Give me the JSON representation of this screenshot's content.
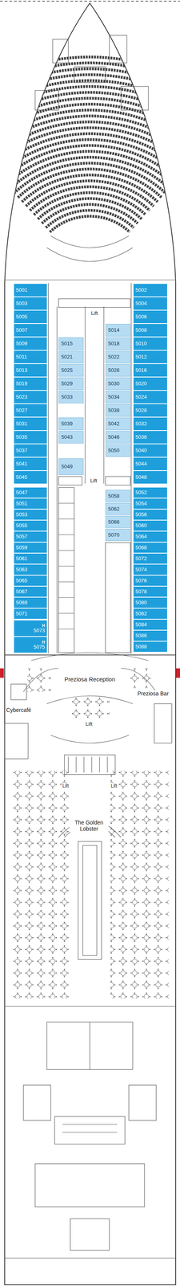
{
  "diagram": {
    "nodes": [
      {
        "text": [
          "5001"
        ]
      },
      {
        "text": [
          "5003"
        ]
      },
      {
        "text": [
          "5005"
        ]
      },
      {
        "text": [
          "5007"
        ]
      },
      {
        "text": [
          "5009"
        ]
      },
      {
        "text": [
          "5011"
        ]
      },
      {
        "text": [
          "5013"
        ]
      },
      {
        "text": [
          "5019"
        ]
      },
      {
        "text": [
          "5023"
        ]
      },
      {
        "text": [
          "5027"
        ]
      },
      {
        "text": [
          "5031"
        ]
      },
      {
        "text": [
          "5035"
        ]
      },
      {
        "text": [
          "5037"
        ]
      },
      {
        "text": [
          "5041"
        ]
      },
      {
        "text": [
          "5045"
        ]
      },
      {
        "text": [
          "5047"
        ]
      },
      {
        "text": [
          "5051"
        ]
      },
      {
        "text": [
          "5053"
        ]
      },
      {
        "text": [
          "5055"
        ]
      },
      {
        "text": [
          "5057"
        ]
      },
      {
        "text": [
          "5059"
        ]
      },
      {
        "text": [
          "5061"
        ]
      },
      {
        "text": [
          "5063"
        ]
      },
      {
        "text": [
          "5065"
        ]
      },
      {
        "text": [
          "5067"
        ]
      },
      {
        "text": [
          "5069"
        ]
      },
      {
        "text": [
          "5071"
        ]
      },
      {
        "text": [
          "H",
          "5073"
        ]
      },
      {
        "text": [
          "H",
          "5075"
        ]
      },
      {
        "text": [
          "5002"
        ]
      },
      {
        "text": [
          "5004"
        ]
      },
      {
        "text": [
          "5006"
        ]
      },
      {
        "text": [
          "5008"
        ]
      },
      {
        "text": [
          "5010"
        ]
      },
      {
        "text": [
          "5012"
        ]
      },
      {
        "text": [
          "5016"
        ]
      },
      {
        "text": [
          "5020"
        ]
      },
      {
        "text": [
          "5024"
        ]
      },
      {
        "text": [
          "5028"
        ]
      },
      {
        "text": [
          "5032"
        ]
      },
      {
        "text": [
          "5036"
        ]
      },
      {
        "text": [
          "5040"
        ]
      },
      {
        "text": [
          "5044"
        ]
      },
      {
        "text": [
          "5048"
        ]
      },
      {
        "text": [
          "5052"
        ]
      },
      {
        "text": [
          "5054"
        ]
      },
      {
        "text": [
          "5056"
        ]
      },
      {
        "text": [
          "5060"
        ]
      },
      {
        "text": [
          "5064"
        ]
      },
      {
        "text": [
          "5068"
        ]
      },
      {
        "text": [
          "5072"
        ]
      },
      {
        "text": [
          "5074"
        ]
      },
      {
        "text": [
          "5076"
        ]
      },
      {
        "text": [
          "5078"
        ]
      },
      {
        "text": [
          "5080"
        ]
      },
      {
        "text": [
          "5082"
        ]
      },
      {
        "text": [
          "5084"
        ]
      },
      {
        "text": [
          "5086"
        ]
      },
      {
        "text": [
          "5088"
        ]
      },
      {
        "text": [
          "5015"
        ]
      },
      {
        "text": [
          "5021"
        ]
      },
      {
        "text": [
          "5025"
        ]
      },
      {
        "text": [
          "5029"
        ]
      },
      {
        "text": [
          "5033"
        ]
      },
      {
        "text": [
          "5039"
        ]
      },
      {
        "text": [
          "5043"
        ]
      },
      {
        "text": [
          "5049"
        ]
      },
      {
        "text": [
          "5014"
        ]
      },
      {
        "text": [
          "5018"
        ]
      },
      {
        "text": [
          "5022"
        ]
      },
      {
        "text": [
          "5026"
        ]
      },
      {
        "text": [
          "5030"
        ]
      },
      {
        "text": [
          "5034"
        ]
      },
      {
        "text": [
          "5038"
        ]
      },
      {
        "text": [
          "5042"
        ]
      },
      {
        "text": [
          "5046"
        ]
      },
      {
        "text": [
          "5050"
        ]
      },
      {
        "text": [
          "5058"
        ]
      },
      {
        "text": [
          "5062"
        ]
      },
      {
        "text": [
          "5066"
        ]
      },
      {
        "text": [
          "5070"
        ]
      }
    ],
    "labels": [
      "Lift",
      "Lift",
      "Preziosa Reception",
      "Preziosa Bar",
      "Cybercafé",
      "Lift",
      "Lift",
      "Lift",
      "The Golden Lobster"
    ]
  }
}
